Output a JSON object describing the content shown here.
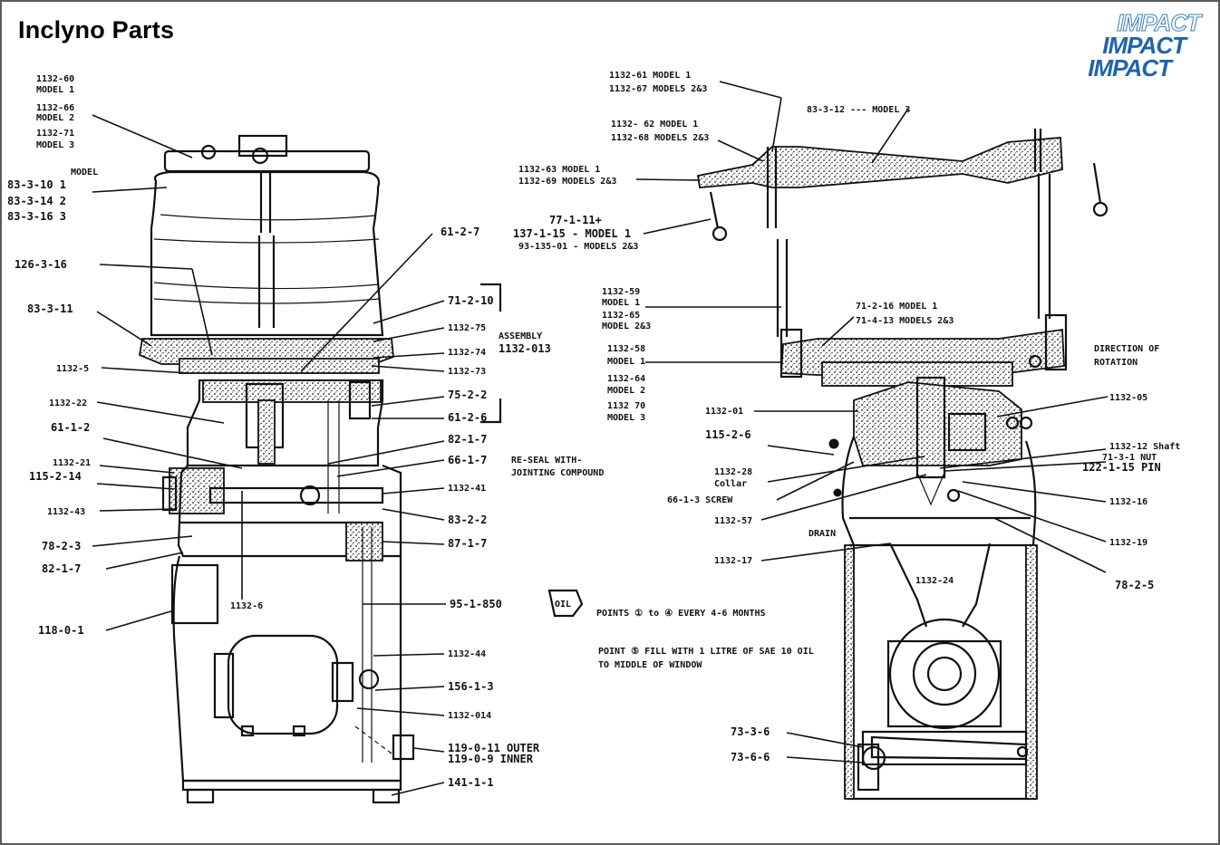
{
  "title": "Inclyno Parts",
  "logo": {
    "lines": [
      "IMPACT",
      "IMPACT",
      "IMPACT"
    ],
    "color": "#1f63ad"
  },
  "left_labels": {
    "l1132_60": "1132-60",
    "model1_a": "MODEL 1",
    "l1132_66": "1132-66",
    "model2_a": "MODEL 2",
    "l1132_71": "1132-71",
    "model3_a": "MODEL 3",
    "model_hdr": "MODEL",
    "l83_3_10": "83-3-10  1",
    "l83_3_14": "83-3-14  2",
    "l83_3_16": "83-3-16  3",
    "l126_3_16": "126-3-16",
    "l83_3_11": "83-3-11",
    "l1132_5": "1132-5",
    "l1132_22": "1132-22",
    "l61_1_2": "61-1-2",
    "l1132_21": "1132-21",
    "l115_2_14": "115-2-14",
    "l1132_43": "1132-43",
    "l78_2_3": "78-2-3",
    "l82_1_7a": "82-1-7",
    "l118_0_1": "118-0-1",
    "l1132_6": "1132-6",
    "l61_2_7": "61-2-7",
    "l71_2_10": "71-2-10",
    "l1132_75": "1132-75",
    "l1132_74": "1132-74",
    "l1132_73": "1132-73",
    "l75_2_2": "75-2-2",
    "l61_2_6": "61-2-6",
    "l82_1_7b": "82-1-7",
    "l66_1_7": "66-1-7",
    "l1132_41": "1132-41",
    "l83_2_2": "83-2-2",
    "l87_1_7": "87-1-7",
    "l95_1_850": "95-1-850",
    "l1132_44": "1132-44",
    "l156_1_3": "156-1-3",
    "l1132_014": "1132-014",
    "l119_0_11": "119-0-11 OUTER",
    "l119_0_9": "119-0-9  INNER",
    "l141_1_1": "141-1-1"
  },
  "middle_labels": {
    "assembly": "ASSEMBLY",
    "assembly_no": "1132-013",
    "reseal_1": "RE-SEAL WITH-",
    "reseal_2": "JOINTING COMPOUND",
    "oil": "OIL",
    "points_1": "POINTS ① to ④ EVERY 4-6 MONTHS",
    "point5_1": "POINT ⑤ FILL WITH 1 LITRE OF SAE 10 OIL",
    "point5_2": "TO MIDDLE OF WINDOW"
  },
  "right_labels": {
    "r1132_61": "1132-61 MODEL 1",
    "r1132_67": "1132-67 MODELS 2&3",
    "r83_3_12": "83-3-12 --- MODEL 3",
    "r1132_62": "1132- 62 MODEL 1",
    "r1132_68": "1132-68 MODELS 2&3",
    "r1132_63": "1132-63 MODEL 1",
    "r1132_69": "1132-69 MODELS 2&3",
    "r77_1_11": "77-1-11+",
    "r137_1_15": "137-1-15  - MODEL 1",
    "r93_135": "93-135-01 - MODELS 2&3",
    "r1132_59": "1132-59",
    "r_model1_a": "MODEL 1",
    "r1132_65": "1132-65",
    "r_model23": "MODEL 2&3",
    "r71_2_16": "71-2-16 MODEL 1",
    "r71_4_13": "71-4-13 MODELS 2&3",
    "r1132_58": "1132-58",
    "r_model1_b": "MODEL 1",
    "r1132_64": "1132-64",
    "r_model2": "MODEL 2",
    "r1132_70": "1132 70",
    "r_model3": "MODEL 3",
    "direction_1": "DIRECTION OF",
    "direction_2": "ROTATION",
    "r1132_01": "1132-01",
    "r1132_05": "1132-05",
    "r115_2_6": "115-2-6",
    "r1132_12": "1132-12 Shaft",
    "r71_3_1": "71-3-1 NUT",
    "r122_1_15": "122-1-15 PIN",
    "r1132_28": "1132-28",
    "collar": "Collar",
    "r66_1_3": "66-1-3 SCREW",
    "r1132_16": "1132-16",
    "r1132_57": "1132-57",
    "drain": "DRAIN",
    "r1132_19": "1132-19",
    "r1132_17": "1132-17",
    "r1132_24": "1132-24",
    "r78_2_5": "78-2-5",
    "r73_3_6": "73-3-6",
    "r73_6_6": "73-6-6"
  }
}
